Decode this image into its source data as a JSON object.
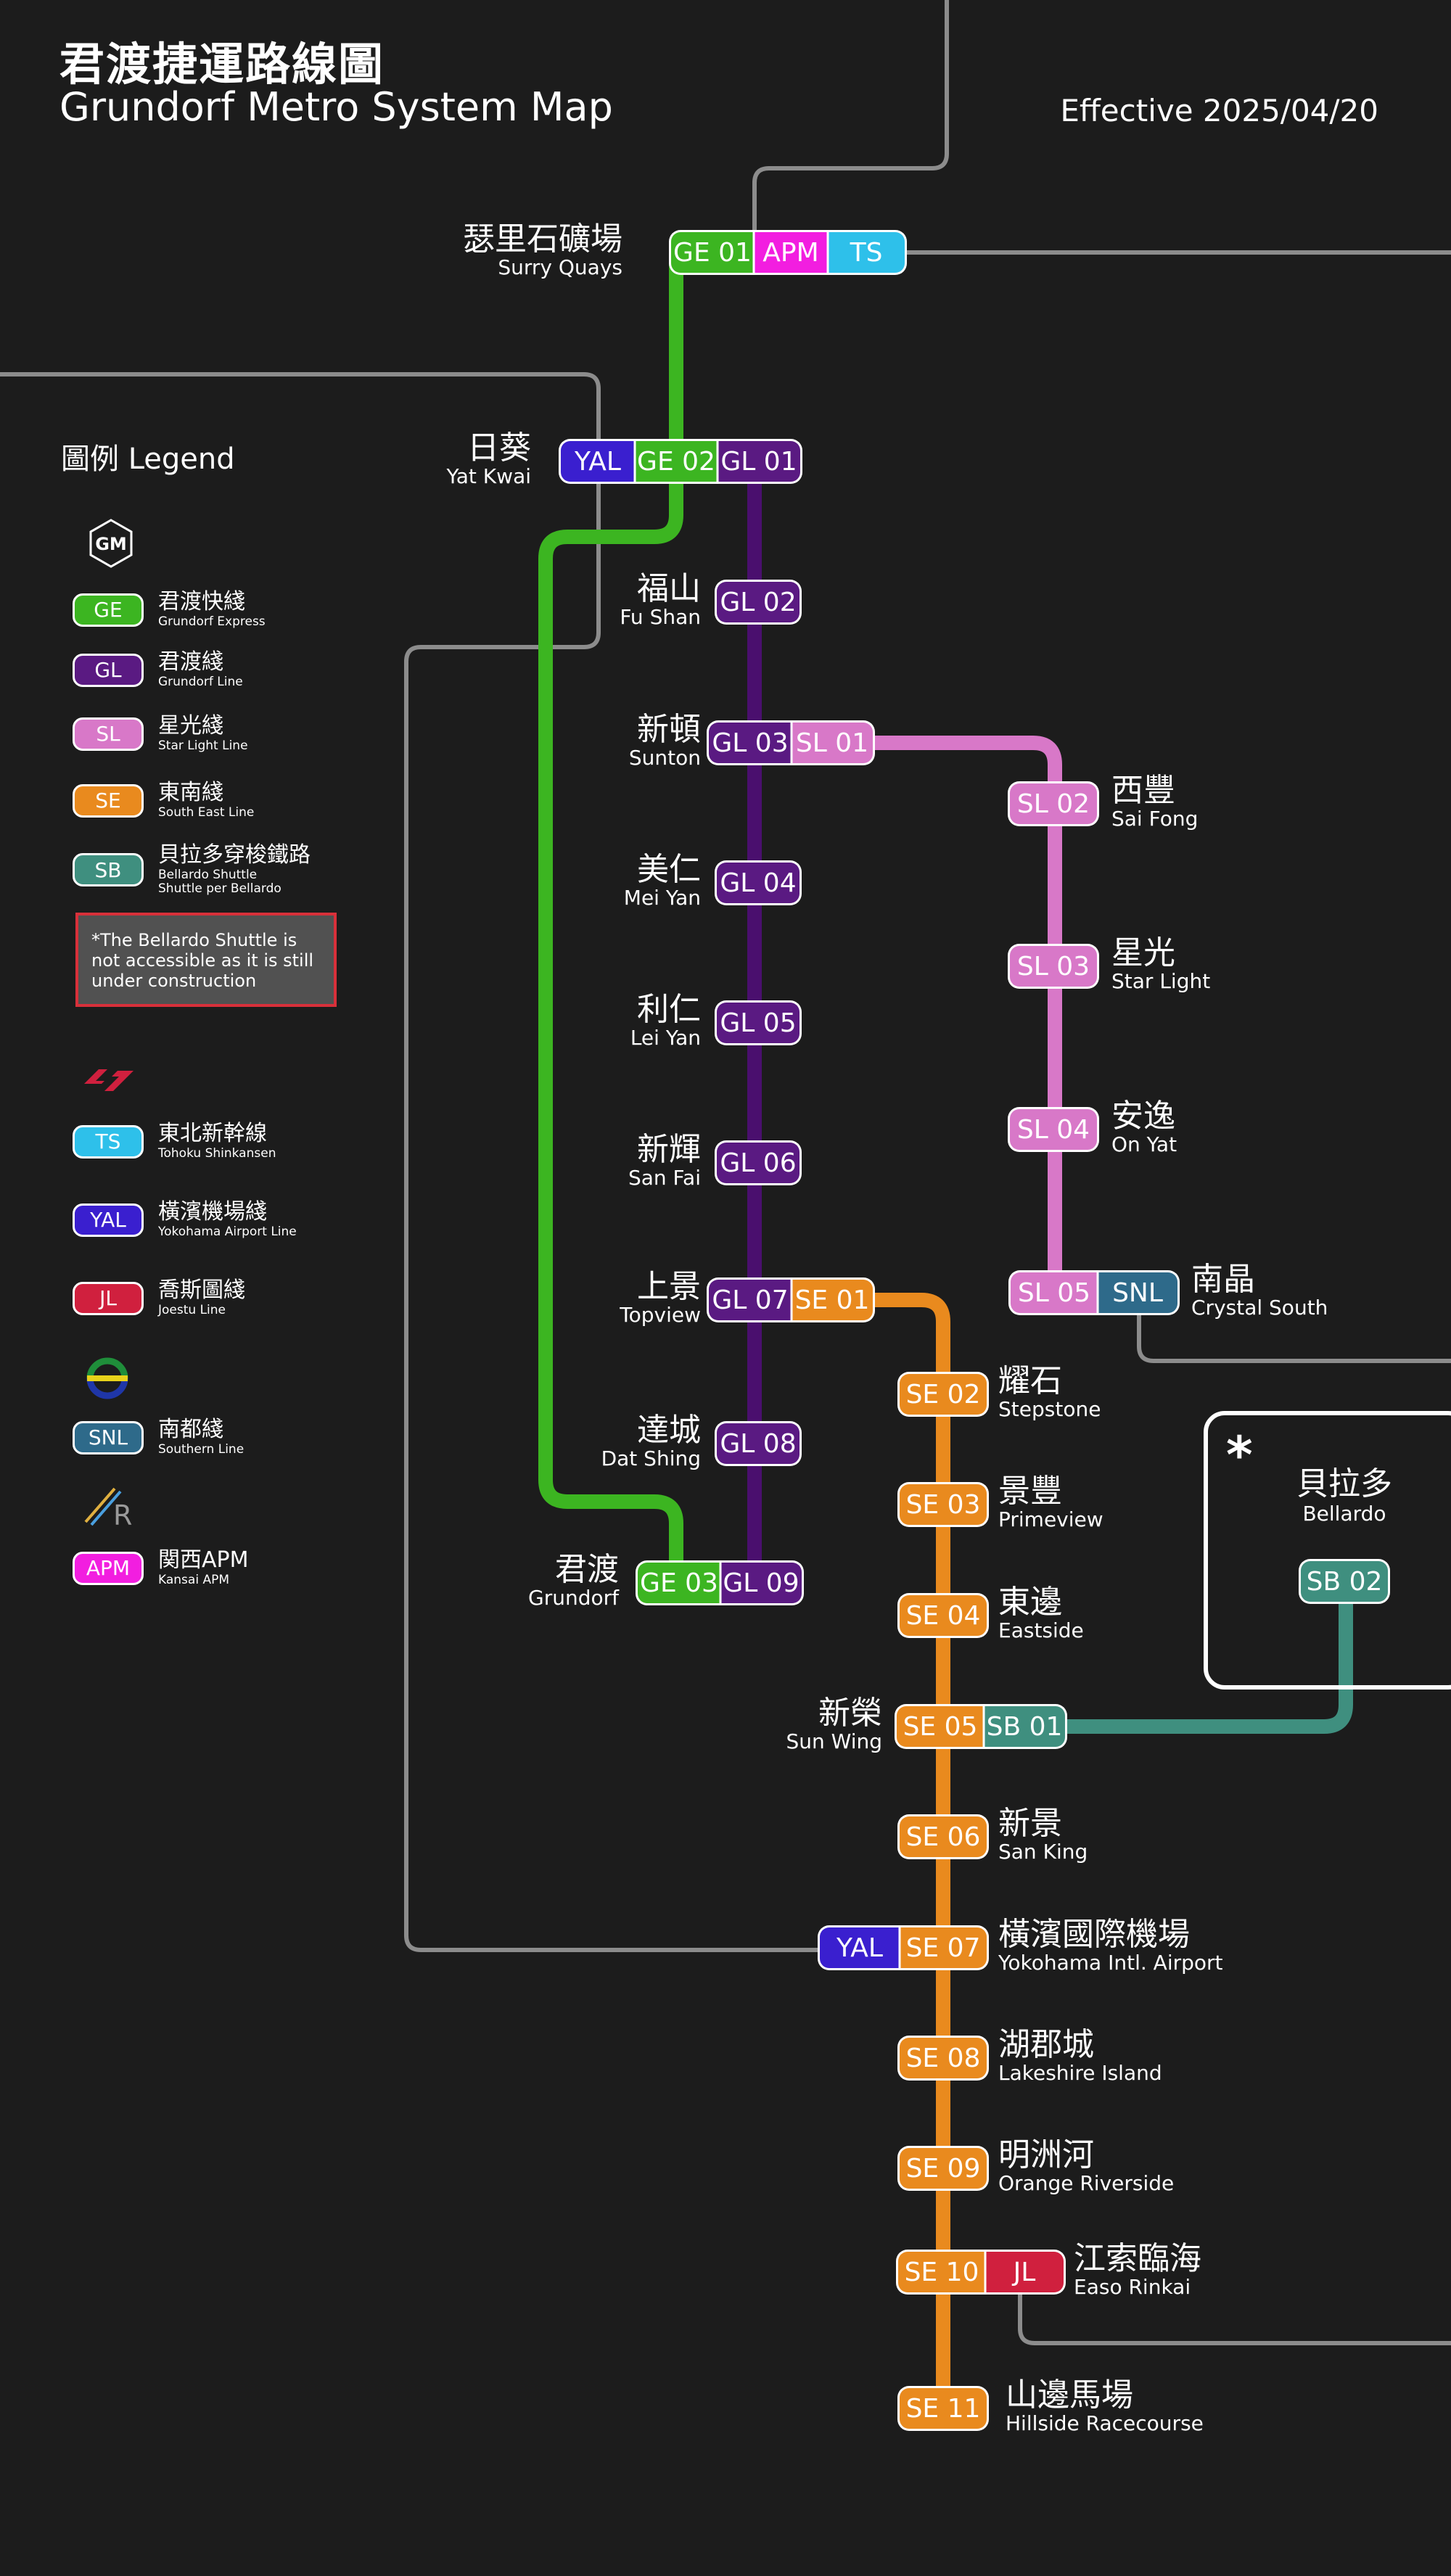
{
  "header": {
    "title_zh": "君渡捷運路線圖",
    "title_en": "Grundorf Metro System Map",
    "effective": "Effective 2025/04/20"
  },
  "legend": {
    "title": "圖例  Legend",
    "groups": [
      {
        "logo": "gm-hexagon-logo",
        "items": [
          {
            "code": "GE",
            "zh": "君渡快綫",
            "en": "Grundorf Express",
            "color": "#3cb521"
          },
          {
            "code": "GL",
            "zh": "君渡綫",
            "en": "Grundorf Line",
            "color": "#5a1a82"
          },
          {
            "code": "SL",
            "zh": "星光綫",
            "en": "Star Light Line",
            "color": "#d878c8"
          },
          {
            "code": "SE",
            "zh": "東南綫",
            "en": "South East Line",
            "color": "#e98a1e"
          },
          {
            "code": "SB",
            "zh": "貝拉多穿梭鐵路",
            "en": "Bellardo Shuttle",
            "en2": "Shuttle per Bellardo",
            "color": "#3f8f7f"
          }
        ]
      }
    ],
    "note": "*The Bellardo Shuttle is not accessible as it is still under construction",
    "jr_items": [
      {
        "code": "TS",
        "zh": "東北新幹線",
        "en": "Tohoku Shinkansen",
        "color": "#2ec0ea"
      },
      {
        "code": "YAL",
        "zh": "橫濱機場綫",
        "en": "Yokohama Airport Line",
        "color": "#3a1fcf"
      },
      {
        "code": "JL",
        "zh": "喬斯圖綫",
        "en": "Joestu Line",
        "color": "#d0203e"
      }
    ],
    "other_items": [
      {
        "code": "SNL",
        "zh": "南都綫",
        "en": "Southern Line",
        "color": "#2e6a8a"
      },
      {
        "code": "APM",
        "zh": "関西APM",
        "en": "Kansai APM",
        "color": "#f21ee0"
      }
    ],
    "logos": [
      "jr-red-logo",
      "ring-logo",
      "r-logo"
    ]
  },
  "colors": {
    "GE": "#3cb521",
    "GL": "#5a1a82",
    "SL": "#d878c8",
    "SE": "#e98a1e",
    "SB": "#3f8f7f",
    "TS": "#2ec0ea",
    "YAL": "#3a1fcf",
    "JL": "#d0203e",
    "SNL": "#2e6a8a",
    "APM": "#f21ee0",
    "GL_track": "#4a0f6e",
    "external": "#8c8c8c",
    "note_border": "#d8303a"
  },
  "stations": [
    {
      "zh": "瑟里石礦場",
      "en": "Surry Quays",
      "codes": [
        "GE 01",
        "APM",
        "TS"
      ]
    },
    {
      "zh": "日葵",
      "en": "Yat Kwai",
      "codes": [
        "YAL",
        "GE 02",
        "GL 01"
      ]
    },
    {
      "zh": "福山",
      "en": "Fu Shan",
      "codes": [
        "GL 02"
      ]
    },
    {
      "zh": "新頓",
      "en": "Sunton",
      "codes": [
        "GL 03",
        "SL 01"
      ]
    },
    {
      "zh": "美仁",
      "en": "Mei Yan",
      "codes": [
        "GL 04"
      ]
    },
    {
      "zh": "利仁",
      "en": "Lei Yan",
      "codes": [
        "GL 05"
      ]
    },
    {
      "zh": "新輝",
      "en": "San Fai",
      "codes": [
        "GL 06"
      ]
    },
    {
      "zh": "上景",
      "en": "Topview",
      "codes": [
        "GL 07",
        "SE 01"
      ]
    },
    {
      "zh": "達城",
      "en": "Dat Shing",
      "codes": [
        "GL 08"
      ]
    },
    {
      "zh": "君渡",
      "en": "Grundorf",
      "codes": [
        "GE 03",
        "GL 09"
      ]
    },
    {
      "zh": "西豐",
      "en": "Sai Fong",
      "codes": [
        "SL 02"
      ]
    },
    {
      "zh": "星光",
      "en": "Star Light",
      "codes": [
        "SL 03"
      ]
    },
    {
      "zh": "安逸",
      "en": "On Yat",
      "codes": [
        "SL 04"
      ]
    },
    {
      "zh": "南晶",
      "en": "Crystal South",
      "codes": [
        "SL 05",
        "SNL"
      ]
    },
    {
      "zh": "耀石",
      "en": "Stepstone",
      "codes": [
        "SE 02"
      ]
    },
    {
      "zh": "景豐",
      "en": "Primeview",
      "codes": [
        "SE 03"
      ]
    },
    {
      "zh": "東邊",
      "en": "Eastside",
      "codes": [
        "SE 04"
      ]
    },
    {
      "zh": "新榮",
      "en": "Sun Wing",
      "codes": [
        "SE 05",
        "SB 01"
      ]
    },
    {
      "zh": "新景",
      "en": "San King",
      "codes": [
        "SE 06"
      ]
    },
    {
      "zh": "橫濱國際機場",
      "en": "Yokohama Intl. Airport",
      "codes": [
        "YAL",
        "SE 07"
      ]
    },
    {
      "zh": "湖郡城",
      "en": "Lakeshire Island",
      "codes": [
        "SE 08"
      ]
    },
    {
      "zh": "明洲河",
      "en": "Orange Riverside",
      "codes": [
        "SE 09"
      ]
    },
    {
      "zh": "江索臨海",
      "en": "Easo Rinkai",
      "codes": [
        "SE 10",
        "JL"
      ]
    },
    {
      "zh": "山邊馬場",
      "en": "Hillside Racecourse",
      "codes": [
        "SE 11"
      ]
    },
    {
      "zh": "貝拉多",
      "en": "Bellardo",
      "codes": [
        "SB 02"
      ]
    }
  ],
  "bellardo_marker": "*"
}
